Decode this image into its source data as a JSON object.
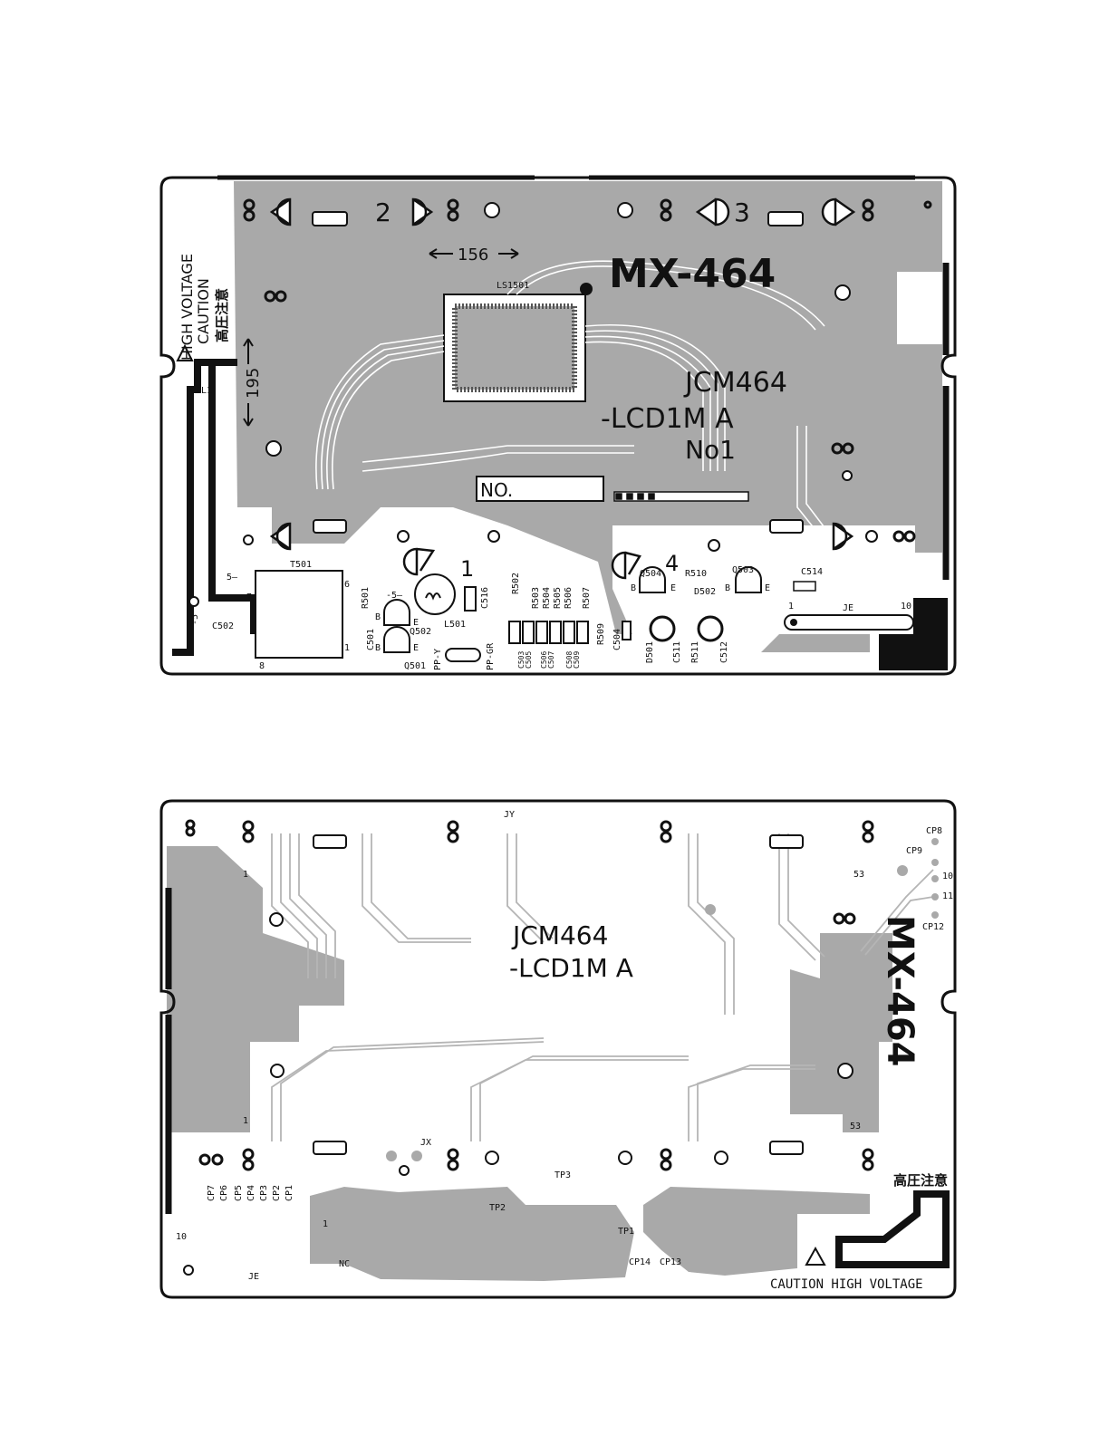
{
  "colors": {
    "board_outline": "#111111",
    "copper_fill": "#a9a9a9",
    "trace": "#b5b5b5",
    "pad_dark": "#111111",
    "paper": "#ffffff"
  },
  "top_board": {
    "title": "MX-464",
    "board_name_line1": "JCM464",
    "board_name_line2": "-LCD1M A",
    "board_name_line3": "No1",
    "serial_box_label": "NO.",
    "dim_156": "156",
    "dim_195": "195",
    "warning_line1": "HIGH VOLTAGE",
    "warning_line2": "CAUTION",
    "warning_line3": "高圧注意",
    "lamp_number_2": "2",
    "lamp_number_3": "3",
    "lamp_number_4": "4",
    "lamp_number_1": "1",
    "ic_label": "LS1501",
    "labels": {
      "cfl1": "CFL1",
      "t501": "T501",
      "c502": "C502",
      "r501": "R501",
      "c501": "C501",
      "q502": "Q502",
      "q501": "Q501",
      "l501": "L501",
      "c516": "C516",
      "r502": "R502",
      "r503": "R503",
      "r504": "R504",
      "r505": "R505",
      "r506": "R506",
      "r507": "R507",
      "r509": "R509",
      "c504": "C504",
      "q504": "Q504",
      "r510": "R510",
      "d502": "D502",
      "q503": "Q503",
      "c514": "C514",
      "je": "JE",
      "d501": "D501",
      "c511": "C511",
      "r511": "R511",
      "c512": "C512",
      "pp_y": "PP-Y",
      "pp_gr": "PP-GR",
      "c503": "C503",
      "c505": "C505",
      "c506": "C506",
      "c507": "C507",
      "c508": "C508",
      "c509": "C509",
      "pin_5a": "5—",
      "pin_5b": "-5—",
      "pin_m5": "-5",
      "pin_7": "7",
      "pin_6": "6",
      "pin_1": "1",
      "pin_8": "8",
      "je_1": "1",
      "je_10": "10",
      "b1": "B",
      "e1": "E",
      "b2": "B",
      "e2": "E",
      "b3": "B",
      "e3": "E",
      "b4": "B",
      "e4": "E"
    }
  },
  "bottom_board": {
    "board_name_line1": "JCM464",
    "board_name_line2": "-LCD1M A",
    "title_rotated": "MX-464",
    "warning_jp": "高圧注意",
    "warning_en": "CAUTION HIGH VOLTAGE",
    "labels": {
      "jy": "JY",
      "jx": "JX",
      "je": "JE",
      "nc": "NC",
      "tp1": "TP1",
      "tp2": "TP2",
      "tp3": "TP3",
      "cp1": "CP1",
      "cp2": "CP2",
      "cp3": "CP3",
      "cp4": "CP4",
      "cp5": "CP5",
      "cp6": "CP6",
      "cp7": "CP7",
      "cp8": "CP8",
      "cp9": "CP9",
      "cp12": "CP12",
      "cp13": "CP13",
      "cp14": "CP14",
      "n10": "10",
      "n11": "11",
      "n53a": "53",
      "n53b": "53",
      "n1a": "1",
      "n1b": "1",
      "n1c": "1",
      "n10b": "10"
    }
  }
}
